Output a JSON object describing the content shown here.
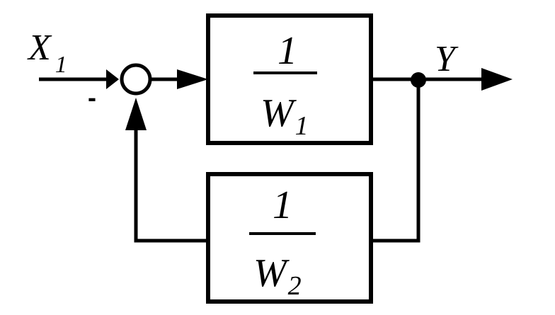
{
  "diagram": {
    "input": {
      "name": "X",
      "subscript": "1"
    },
    "output": {
      "name": "Y"
    },
    "summing_junction": {
      "feedback_sign": "-"
    },
    "forward_block": {
      "numerator": "1",
      "denominator": "W",
      "subscript": "1"
    },
    "feedback_block": {
      "numerator": "1",
      "denominator": "W",
      "subscript": "2"
    },
    "colors": {
      "line": "#000000",
      "background": "#ffffff"
    }
  }
}
